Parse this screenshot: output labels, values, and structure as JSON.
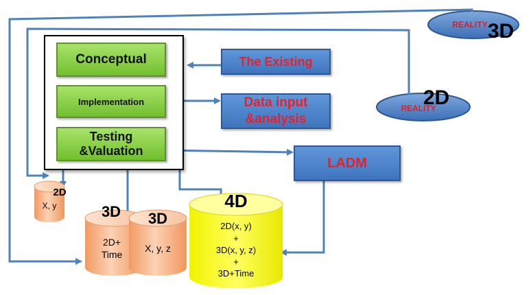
{
  "process": {
    "conceptual": "Conceptual",
    "implementation": "Implementation",
    "testing": "Testing &Valuation"
  },
  "inputs": {
    "existing": "The Existing",
    "data_input": "Data input &analysis",
    "ladm": "LADM"
  },
  "reality": {
    "r3d": {
      "label": "REALITY",
      "dim": "3D"
    },
    "r2d": {
      "label": "REALITY",
      "dim": "2D"
    }
  },
  "cylinders": {
    "c2d": {
      "dim": "2D",
      "text": "X, y"
    },
    "c3d_time": {
      "dim": "3D",
      "text": "2D+ Time"
    },
    "c3d_xyz": {
      "dim": "3D",
      "text": "X, y, z"
    },
    "c4d": {
      "dim": "4D",
      "lines": [
        "2D(x, y)",
        "+",
        "3D(x, y, z)",
        "+",
        "3D+Time"
      ]
    }
  },
  "colors": {
    "arrow": "#4f81bd",
    "green": "#86d03c",
    "blue": "#4f81bd",
    "red_text": "#e8202a",
    "cyl_peach": "#f7b58a",
    "cyl_yellow": "#ffff00"
  }
}
